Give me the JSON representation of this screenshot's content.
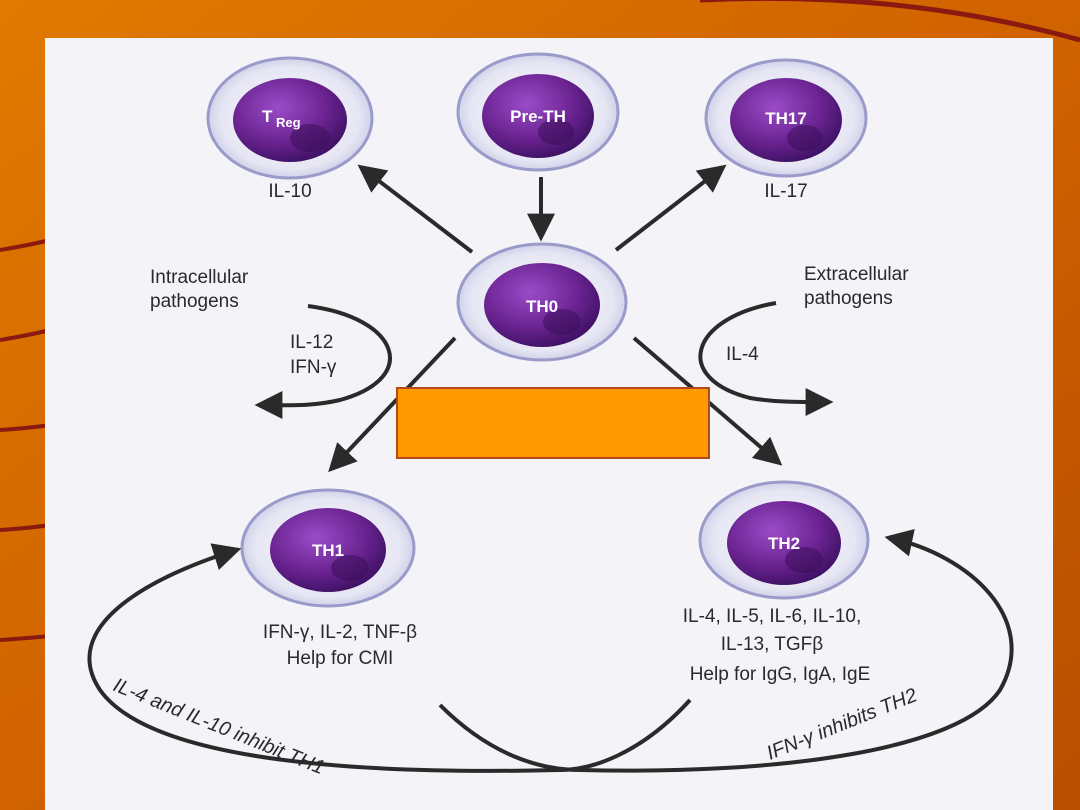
{
  "colors": {
    "slide_bg": "#d86a00",
    "panel_bg": "#f4f4f8",
    "cell_membrane": "#c9c9e6",
    "cell_nucleus": "#7a2ca0",
    "arrow": "#2a2a2a",
    "overlay_box": "#ff9900"
  },
  "cells": {
    "treg": {
      "label_main": "T",
      "label_sub": "Reg"
    },
    "pre_th": {
      "label": "Pre-TH"
    },
    "th17": {
      "label": "TH17"
    },
    "th0": {
      "label": "TH0"
    },
    "th1": {
      "label": "TH1"
    },
    "th2": {
      "label": "TH2"
    }
  },
  "cytokines": {
    "treg": "IL-10",
    "th17": "IL-17"
  },
  "pathogens": {
    "intracellular": [
      "Intracellular",
      "pathogens"
    ],
    "extracellular": [
      "Extracellular",
      "pathogens"
    ]
  },
  "inducers": {
    "th1": [
      "IL-12",
      "IFN-γ"
    ],
    "th2": [
      "IL-4"
    ]
  },
  "outputs": {
    "th1": [
      "IFN-γ, IL-2, TNF-β",
      "Help for CMI"
    ],
    "th2": [
      "IL-4, IL-5, IL-6, IL-10,",
      "IL-13, TGFβ",
      "Help for IgG, IgA, IgE"
    ]
  },
  "inhibition": {
    "left": "IL-4 and IL-10 inhibit TH1",
    "right": "IFN-γ inhibits TH2"
  }
}
